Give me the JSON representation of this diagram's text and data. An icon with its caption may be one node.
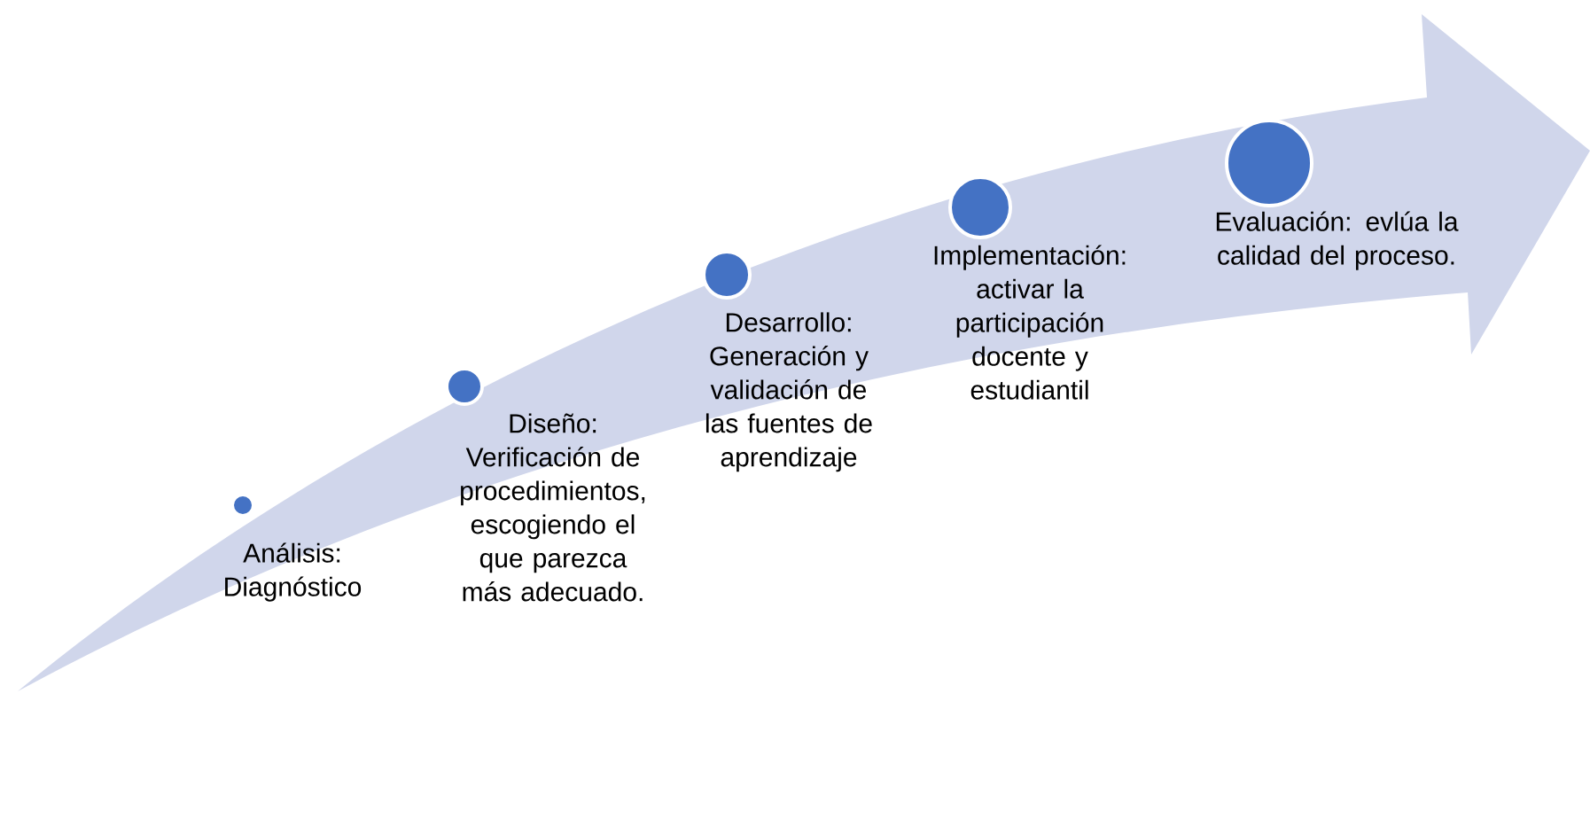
{
  "diagram": {
    "nodes": [
      {
        "text": [
          "Análisis: Diagnóstico"
        ]
      },
      {
        "text": [
          "Diseño: Verificación de procedimientos, escogiendo el que parezca más adecuado."
        ]
      },
      {
        "text": [
          "Desarrollo: Generación y validación de las fuentes de aprendizaje"
        ]
      },
      {
        "text": [
          "Implementación: activar la participación docente y estudiantil"
        ]
      },
      {
        "text": [
          "Evaluación: evlúa la calidad del proceso."
        ]
      }
    ]
  }
}
